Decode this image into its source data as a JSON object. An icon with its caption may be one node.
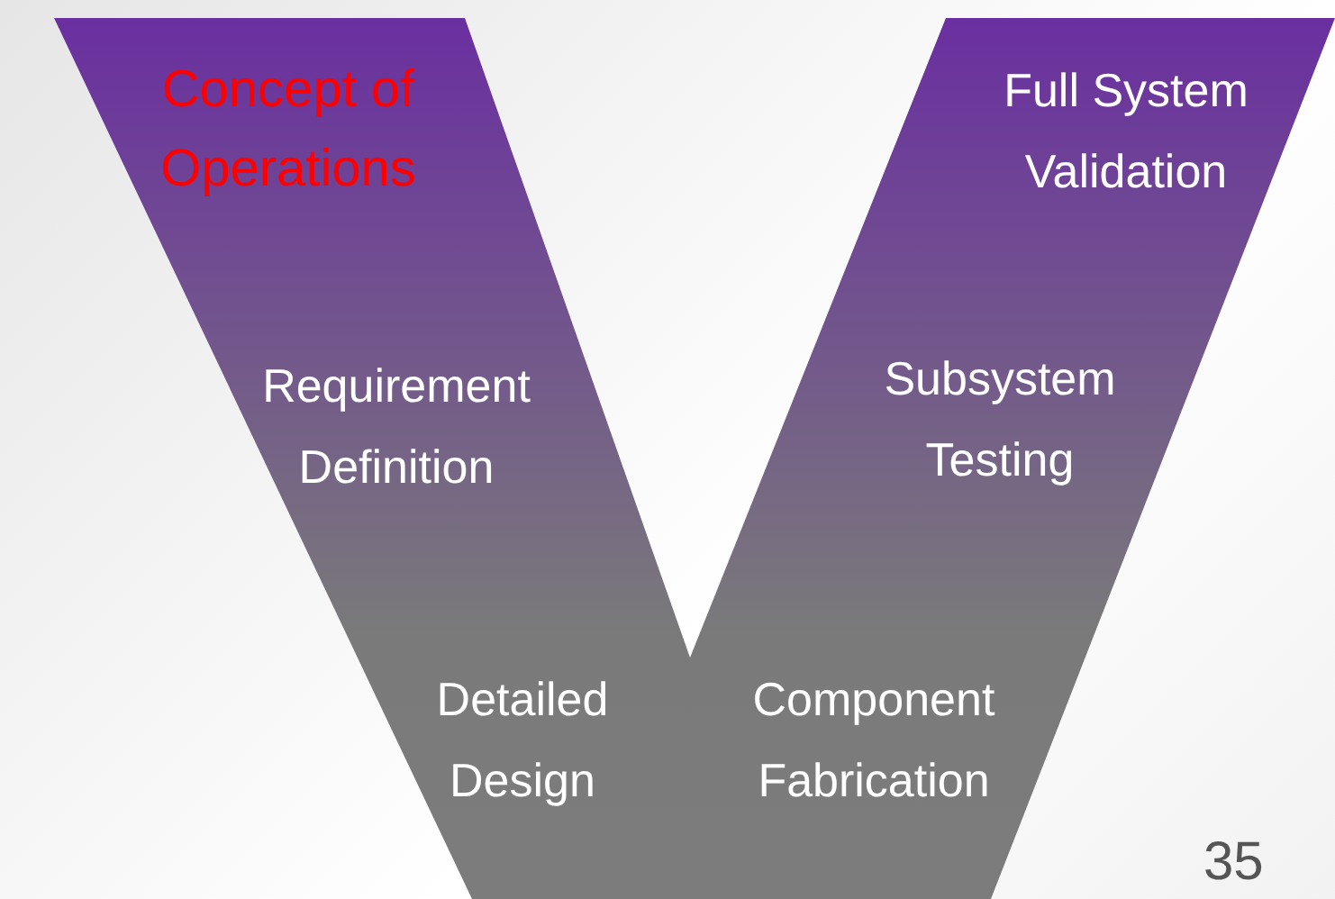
{
  "diagram": {
    "nodes": [
      {
        "text": [],
        "shape": "v-shape"
      },
      {
        "text": [
          "Concept of Operations"
        ],
        "in": 0
      },
      {
        "text": [
          "Full System Validation"
        ],
        "in": 0
      },
      {
        "text": [
          "Requirement Definition"
        ],
        "in": 0
      },
      {
        "text": [
          "Subsystem Testing"
        ],
        "in": 0
      },
      {
        "text": [
          "Detailed Design"
        ],
        "in": 0
      },
      {
        "text": [
          "Component Fabrication"
        ],
        "in": 0
      }
    ],
    "labels": [
      "35"
    ]
  }
}
